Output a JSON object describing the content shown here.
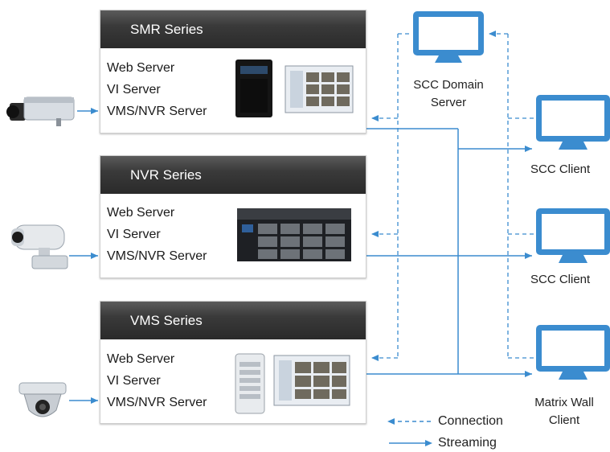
{
  "colors": {
    "accent": "#3b8ccf",
    "header_dark": "#333333"
  },
  "panels": [
    {
      "title": "SMR Series",
      "roles": [
        "Web Server",
        "VI Server",
        "VMS/NVR Server"
      ],
      "device": "nas-tower-with-screenshot"
    },
    {
      "title": "NVR Series",
      "roles": [
        "Web Server",
        "VI Server",
        "VMS/NVR Server"
      ],
      "device": "rackmount-nvr"
    },
    {
      "title": "VMS Series",
      "roles": [
        "Web Server",
        "VI Server",
        "VMS/NVR Server"
      ],
      "device": "server-tower-with-screenshot"
    }
  ],
  "cameras": [
    "box-camera-icon",
    "bullet-camera-icon",
    "dome-camera-icon"
  ],
  "clients": {
    "domain_server": {
      "label_line1": "SCC Domain",
      "label_line2": "Server"
    },
    "client1": {
      "label": "SCC Client"
    },
    "client2": {
      "label": "SCC Client"
    },
    "matrix": {
      "label_line1": "Matrix Wall",
      "label_line2": "Client"
    }
  },
  "legend": {
    "connection": "Connection",
    "streaming": "Streaming"
  }
}
